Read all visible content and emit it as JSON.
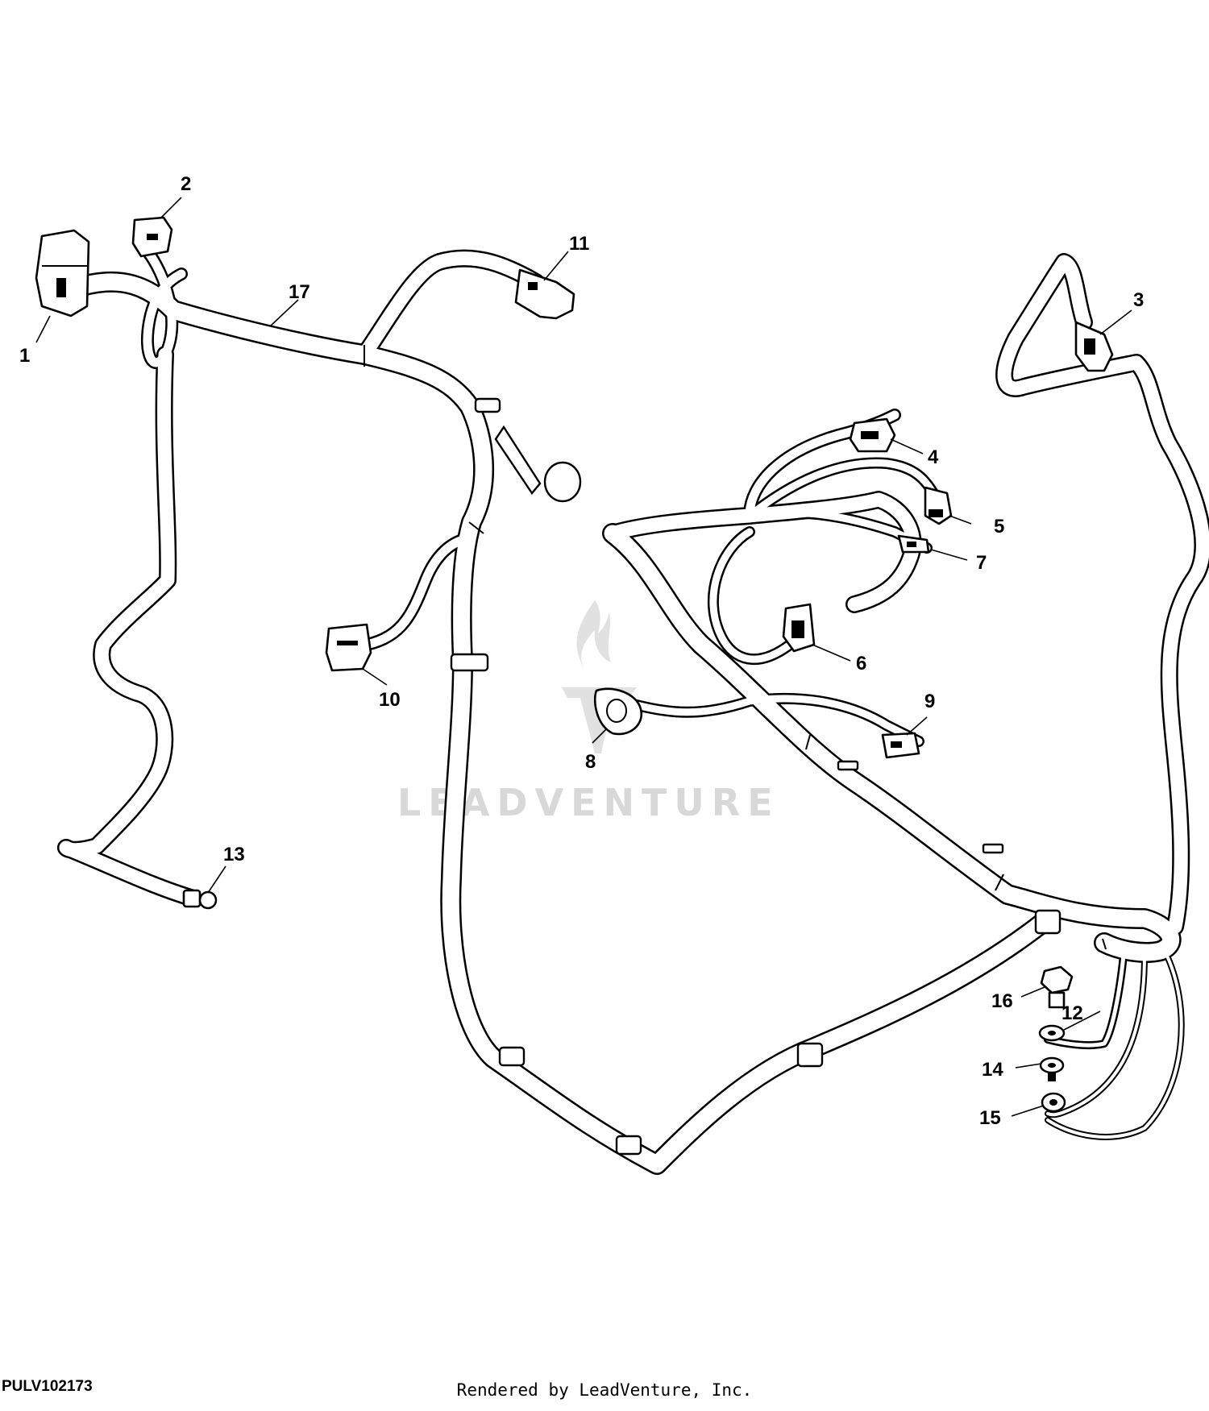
{
  "diagram": {
    "figure_id": "PULV102173",
    "footer": "Rendered by LeadVenture, Inc.",
    "watermark": "LEADVENTURE",
    "callouts": [
      {
        "id": "c1",
        "label": "1"
      },
      {
        "id": "c2",
        "label": "2"
      },
      {
        "id": "c3",
        "label": "3"
      },
      {
        "id": "c4",
        "label": "4"
      },
      {
        "id": "c5",
        "label": "5"
      },
      {
        "id": "c6",
        "label": "6"
      },
      {
        "id": "c7",
        "label": "7"
      },
      {
        "id": "c8",
        "label": "8"
      },
      {
        "id": "c9",
        "label": "9"
      },
      {
        "id": "c10",
        "label": "10"
      },
      {
        "id": "c11",
        "label": "11"
      },
      {
        "id": "c12",
        "label": "12"
      },
      {
        "id": "c13",
        "label": "13"
      },
      {
        "id": "c14",
        "label": "14"
      },
      {
        "id": "c15",
        "label": "15"
      },
      {
        "id": "c16",
        "label": "16"
      },
      {
        "id": "c17",
        "label": "17"
      }
    ]
  }
}
